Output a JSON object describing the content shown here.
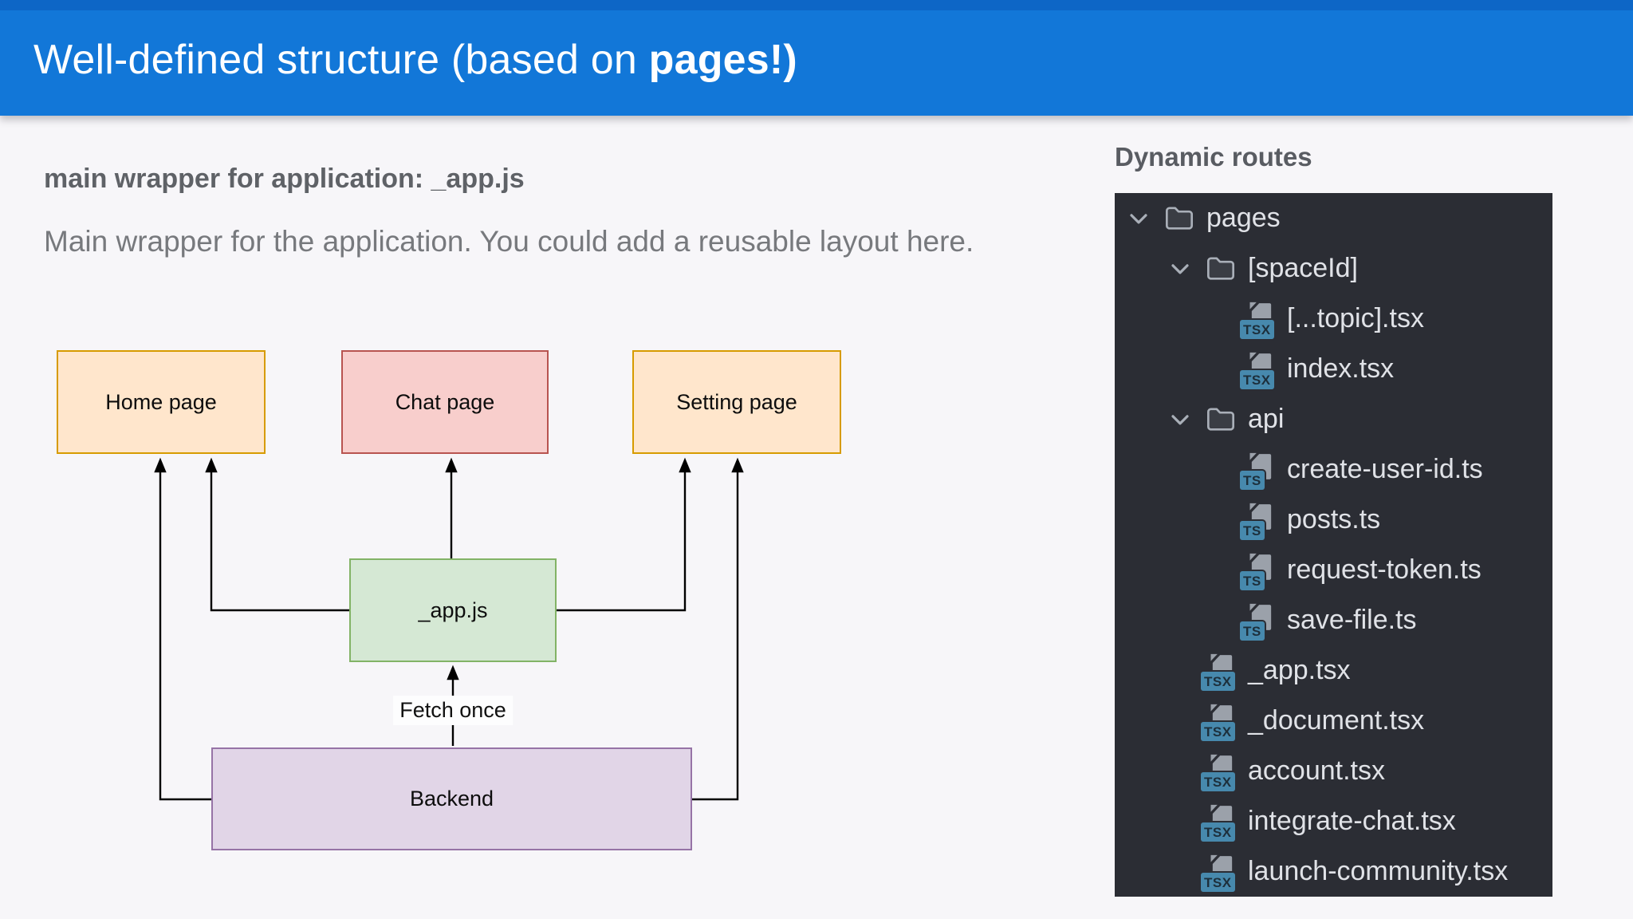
{
  "header": {
    "title_regular": "Well-defined structure (based on ",
    "title_bold": "pages!)"
  },
  "section": {
    "heading": "main wrapper for application: _app.js",
    "body": "Main wrapper for the application. You could add a reusable layout here."
  },
  "diagram": {
    "nodes": [
      {
        "id": "home",
        "label": "Home page",
        "fill": "#ffe6cc",
        "border": "#d79b00"
      },
      {
        "id": "chat",
        "label": "Chat page",
        "fill": "#f8cecc",
        "border": "#b85450"
      },
      {
        "id": "setting",
        "label": "Setting page",
        "fill": "#ffe6cc",
        "border": "#d79b00"
      },
      {
        "id": "app",
        "label": "_app.js",
        "fill": "#d5e8d4",
        "border": "#82b366"
      },
      {
        "id": "backend",
        "label": "Backend",
        "fill": "#e1d5e7",
        "border": "#9673a6"
      }
    ],
    "edge_label": "Fetch once"
  },
  "routes_panel": {
    "title": "Dynamic routes",
    "tree": [
      {
        "label": "pages",
        "type": "folder",
        "level": 0,
        "expanded": true
      },
      {
        "label": "[spaceId]",
        "type": "folder",
        "level": 1,
        "expanded": true
      },
      {
        "label": "[...topic].tsx",
        "type": "file",
        "badge": "TSX",
        "level": 2
      },
      {
        "label": "index.tsx",
        "type": "file",
        "badge": "TSX",
        "level": 2
      },
      {
        "label": "api",
        "type": "folder",
        "level": 1,
        "expanded": true
      },
      {
        "label": "create-user-id.ts",
        "type": "file",
        "badge": "TS",
        "level": 2
      },
      {
        "label": "posts.ts",
        "type": "file",
        "badge": "TS",
        "level": 2
      },
      {
        "label": "request-token.ts",
        "type": "file",
        "badge": "TS",
        "level": 2
      },
      {
        "label": "save-file.ts",
        "type": "file",
        "badge": "TS",
        "level": 2
      },
      {
        "label": "_app.tsx",
        "type": "file",
        "badge": "TSX",
        "level": 1
      },
      {
        "label": "_document.tsx",
        "type": "file",
        "badge": "TSX",
        "level": 1
      },
      {
        "label": "account.tsx",
        "type": "file",
        "badge": "TSX",
        "level": 1
      },
      {
        "label": "integrate-chat.tsx",
        "type": "file",
        "badge": "TSX",
        "level": 1
      },
      {
        "label": "launch-community.tsx",
        "type": "file",
        "badge": "TSX",
        "level": 1
      }
    ]
  },
  "icons": {
    "chevron": "chevron-down-icon",
    "folder": "folder-icon",
    "ts_file": "typescript-file-icon",
    "tsx_file": "tsx-file-icon"
  },
  "colors": {
    "header_blue": "#1277d8",
    "header_strip_blue": "#0d66c6",
    "page_background": "#f7f6f9",
    "panel_background": "#2b2d34",
    "tree_text": "#e0e2e7",
    "badge_blue": "#4789ad",
    "arrow_black": "#000000"
  }
}
